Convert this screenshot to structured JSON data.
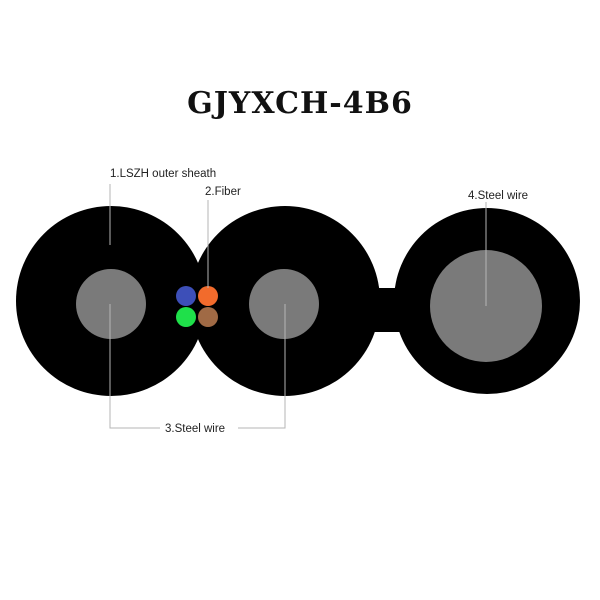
{
  "title": "GJYXCH-4B6",
  "labels": {
    "sheath": "1.LSZH outer sheath",
    "fiber": "2.Fiber",
    "steel_wire_bottom": "3.Steel wire",
    "steel_wire_right": "4.Steel wire"
  },
  "colors": {
    "sheath": "#000000",
    "steel_wire": "#7a7a7a",
    "fiber_blue": "#3d4fb8",
    "fiber_orange": "#f26b2c",
    "fiber_green": "#1fe04a",
    "fiber_brown": "#a06a45",
    "leader_line": "#b5b5b5"
  }
}
